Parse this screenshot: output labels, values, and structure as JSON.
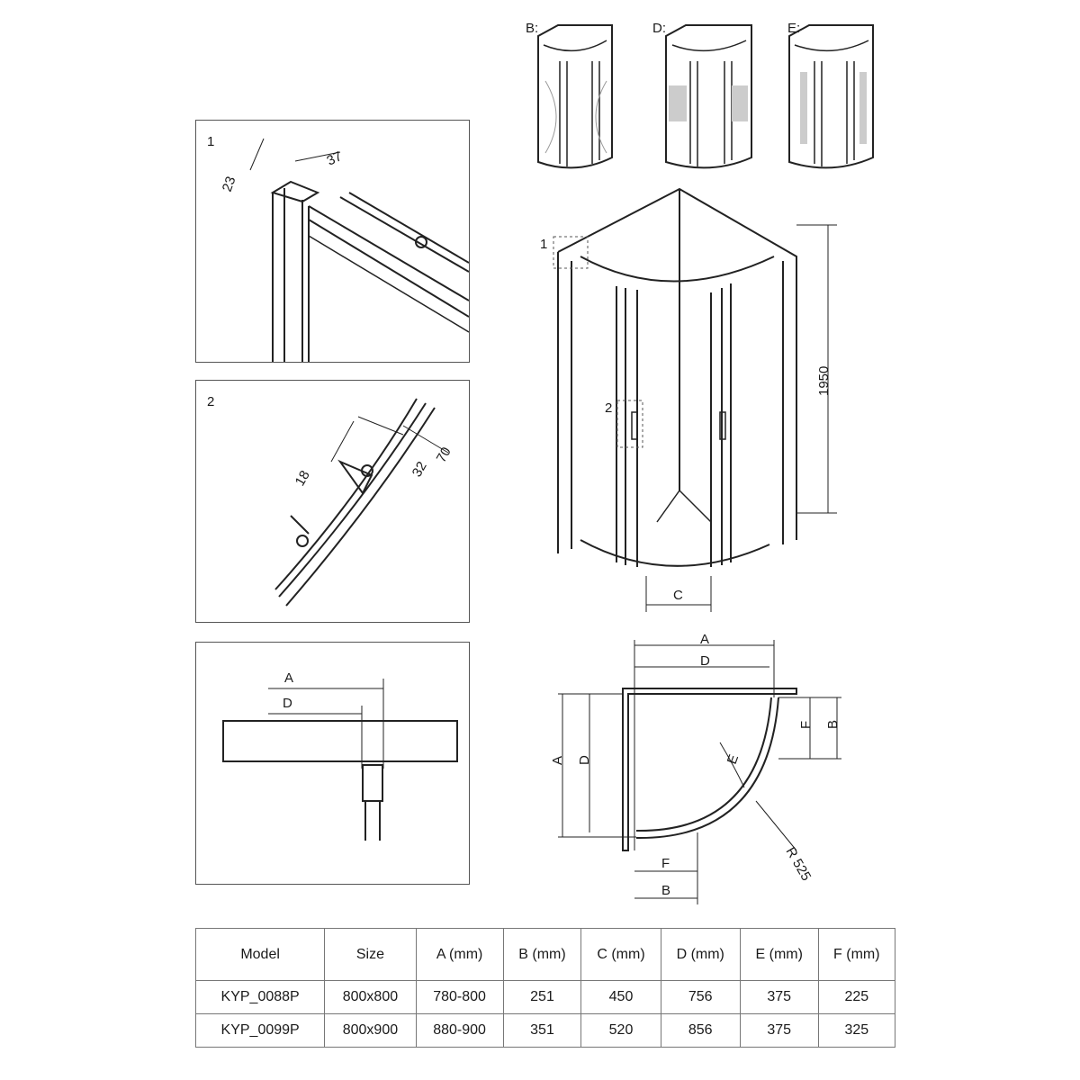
{
  "variants": [
    {
      "label": "B:"
    },
    {
      "label": "D:"
    },
    {
      "label": "E:"
    }
  ],
  "detail1": {
    "number": "1",
    "dims": [
      "23",
      "37"
    ]
  },
  "detail2": {
    "number": "2",
    "dims": [
      "18",
      "32",
      "70"
    ]
  },
  "detail3": {
    "labels": [
      "A",
      "D"
    ]
  },
  "front_view": {
    "callout1": "1",
    "callout2": "2",
    "height": "1950",
    "width_label": "C"
  },
  "plan_view": {
    "top_a": "A",
    "top_d": "D",
    "left_a": "A",
    "left_d": "D",
    "right_f": "F",
    "right_b": "B",
    "arc_e": "E",
    "radius": "R 525",
    "bottom_f": "F",
    "bottom_b": "B"
  },
  "table": {
    "headers": [
      "Model",
      "Size",
      "A (mm)",
      "B (mm)",
      "C (mm)",
      "D (mm)",
      "E (mm)",
      "F (mm)"
    ],
    "rows": [
      [
        "KYP_0088P",
        "800x800",
        "780-800",
        "251",
        "450",
        "756",
        "375",
        "225"
      ],
      [
        "KYP_0099P",
        "800x900",
        "880-900",
        "351",
        "520",
        "856",
        "375",
        "325"
      ]
    ]
  }
}
